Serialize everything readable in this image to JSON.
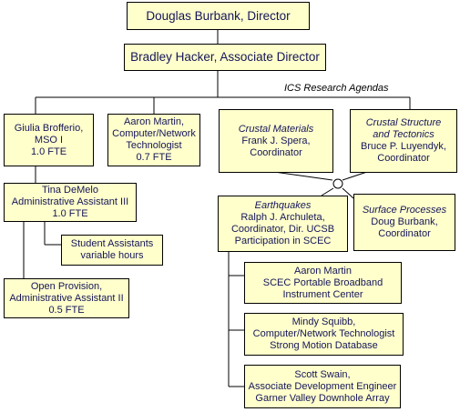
{
  "diagram": {
    "director": "Douglas Burbank, Director",
    "associate_director": "Bradley Hacker, Associate Director",
    "ics_label": "ICS Research Agendas",
    "giulia": [
      "Giulia Brofferio,",
      "MSO I",
      "1.0 FTE"
    ],
    "aaron_tech": [
      "Aaron Martin,",
      "Computer/Network",
      "Technologist",
      "0.7 FTE"
    ],
    "crustal_materials": {
      "title": "Crustal Materials",
      "lines": [
        "Frank J. Spera,",
        "Coordinator"
      ]
    },
    "crustal_structure": {
      "title": "Crustal Structure",
      "title2": "and Tectonics",
      "lines": [
        "Bruce P. Luyendyk,",
        "Coordinator"
      ]
    },
    "tina": [
      "Tina DeMelo",
      "Administrative Assistant III",
      "1.0 FTE"
    ],
    "student": [
      "Student Assistants",
      "variable hours"
    ],
    "earthquakes": {
      "title": "Earthquakes",
      "lines": [
        "Ralph J. Archuleta,",
        "Coordinator, Dir. UCSB",
        "Participation in SCEC"
      ]
    },
    "surface": {
      "title": "Surface Processes",
      "lines": [
        "Doug Burbank,",
        "Coordinator"
      ]
    },
    "open_provision": [
      "Open Provision,",
      "Administrative Assistant II",
      "0.5 FTE"
    ],
    "aaron_scec": [
      "Aaron Martin",
      "SCEC Portable Broadband",
      "Instrument Center"
    ],
    "mindy": [
      "Mindy Squibb,",
      "Computer/Network Technologist",
      "Strong Motion Database"
    ],
    "scott": [
      "Scott Swain,",
      "Associate Development Engineer",
      "Garner Valley Downhole Array"
    ]
  }
}
